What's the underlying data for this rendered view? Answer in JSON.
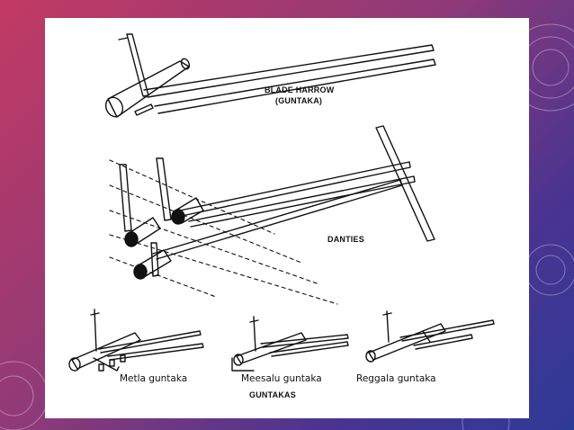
{
  "slide": {
    "colors": {
      "gradient_start": "#c23a63",
      "gradient_mid": "#8e3a78",
      "gradient_end": "#2e3a97",
      "card": "#ffffff",
      "ink": "#111111"
    }
  },
  "figure": {
    "labels": {
      "blade_harrow_line1": "BLADE HARROW",
      "blade_harrow_line2": "(GUNTAKA)",
      "danties": "DANTIES",
      "metla": "Metla guntaka",
      "meesalu": "Meesalu guntaka",
      "reggala": "Reggala guntaka",
      "guntakas": "GUNTAKAS"
    }
  }
}
